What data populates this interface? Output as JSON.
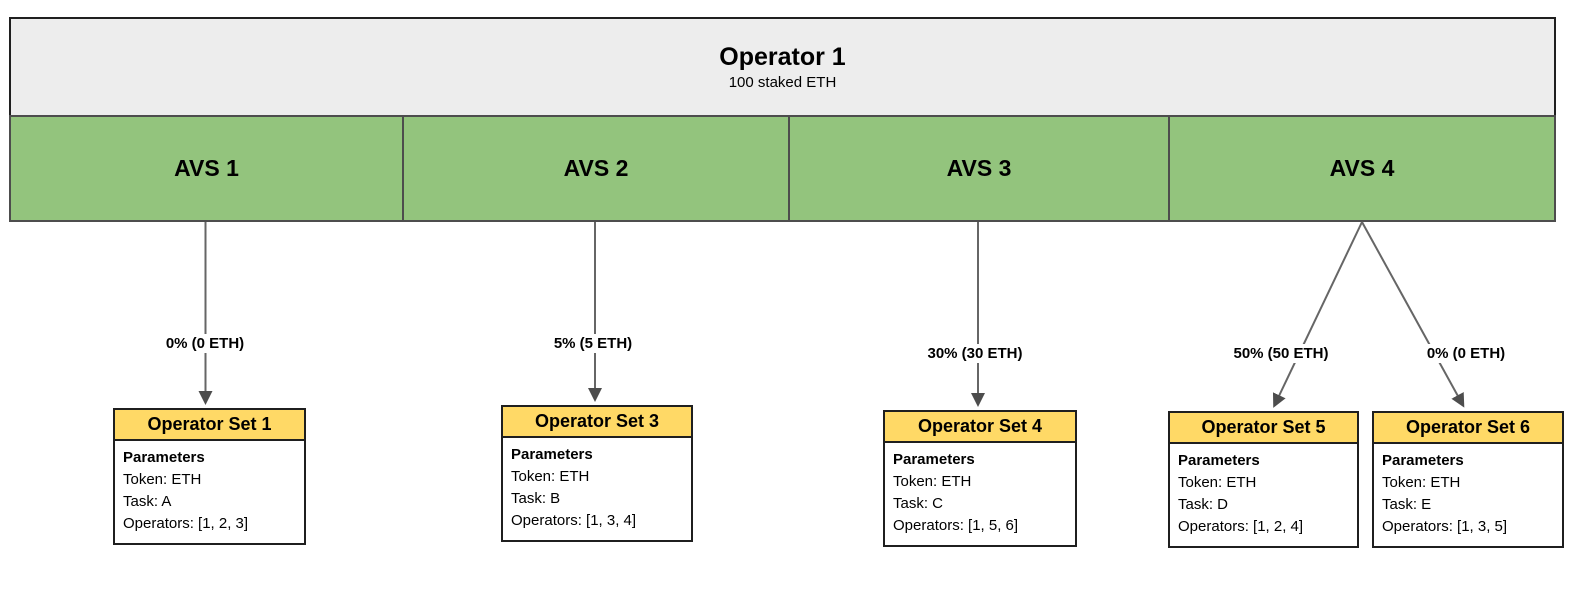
{
  "colors": {
    "avs-green": "#93C47D",
    "operator-gray": "#EDEDED",
    "set-yellow": "#FFD966",
    "line-gray": "#666666",
    "border-dark": "#1f1f1f"
  },
  "operator": {
    "title": "Operator 1",
    "subtitle": "100 staked ETH"
  },
  "avs_bar": {
    "items": [
      {
        "label": "AVS 1"
      },
      {
        "label": "AVS 2"
      },
      {
        "label": "AVS 3"
      },
      {
        "label": "AVS 4"
      }
    ]
  },
  "allocations": [
    {
      "from": "AVS 1",
      "to": "Operator Set 1",
      "label": "0% (0 ETH)"
    },
    {
      "from": "AVS 2",
      "to": "Operator Set 3",
      "label": "5% (5 ETH)"
    },
    {
      "from": "AVS 3",
      "to": "Operator Set 4",
      "label": "30% (30 ETH)"
    },
    {
      "from": "AVS 4",
      "to": "Operator Set 5",
      "label": "50% (50 ETH)"
    },
    {
      "from": "AVS 4",
      "to": "Operator Set 6",
      "label": "0% (0 ETH)"
    }
  ],
  "operator_sets": [
    {
      "title": "Operator Set 1",
      "params_heading": "Parameters",
      "token": "Token: ETH",
      "task": "Task: A",
      "operators": "Operators: [1, 2, 3]"
    },
    {
      "title": "Operator Set 3",
      "params_heading": "Parameters",
      "token": "Token: ETH",
      "task": "Task: B",
      "operators": "Operators: [1, 3, 4]"
    },
    {
      "title": "Operator Set 4",
      "params_heading": "Parameters",
      "token": "Token: ETH",
      "task": "Task: C",
      "operators": "Operators: [1, 5, 6]"
    },
    {
      "title": "Operator Set 5",
      "params_heading": "Parameters",
      "token": "Token: ETH",
      "task": "Task: D",
      "operators": "Operators: [1, 2, 4]"
    },
    {
      "title": "Operator Set 6",
      "params_heading": "Parameters",
      "token": "Token: ETH",
      "task": "Task: E",
      "operators": "Operators: [1, 3, 5]"
    }
  ]
}
